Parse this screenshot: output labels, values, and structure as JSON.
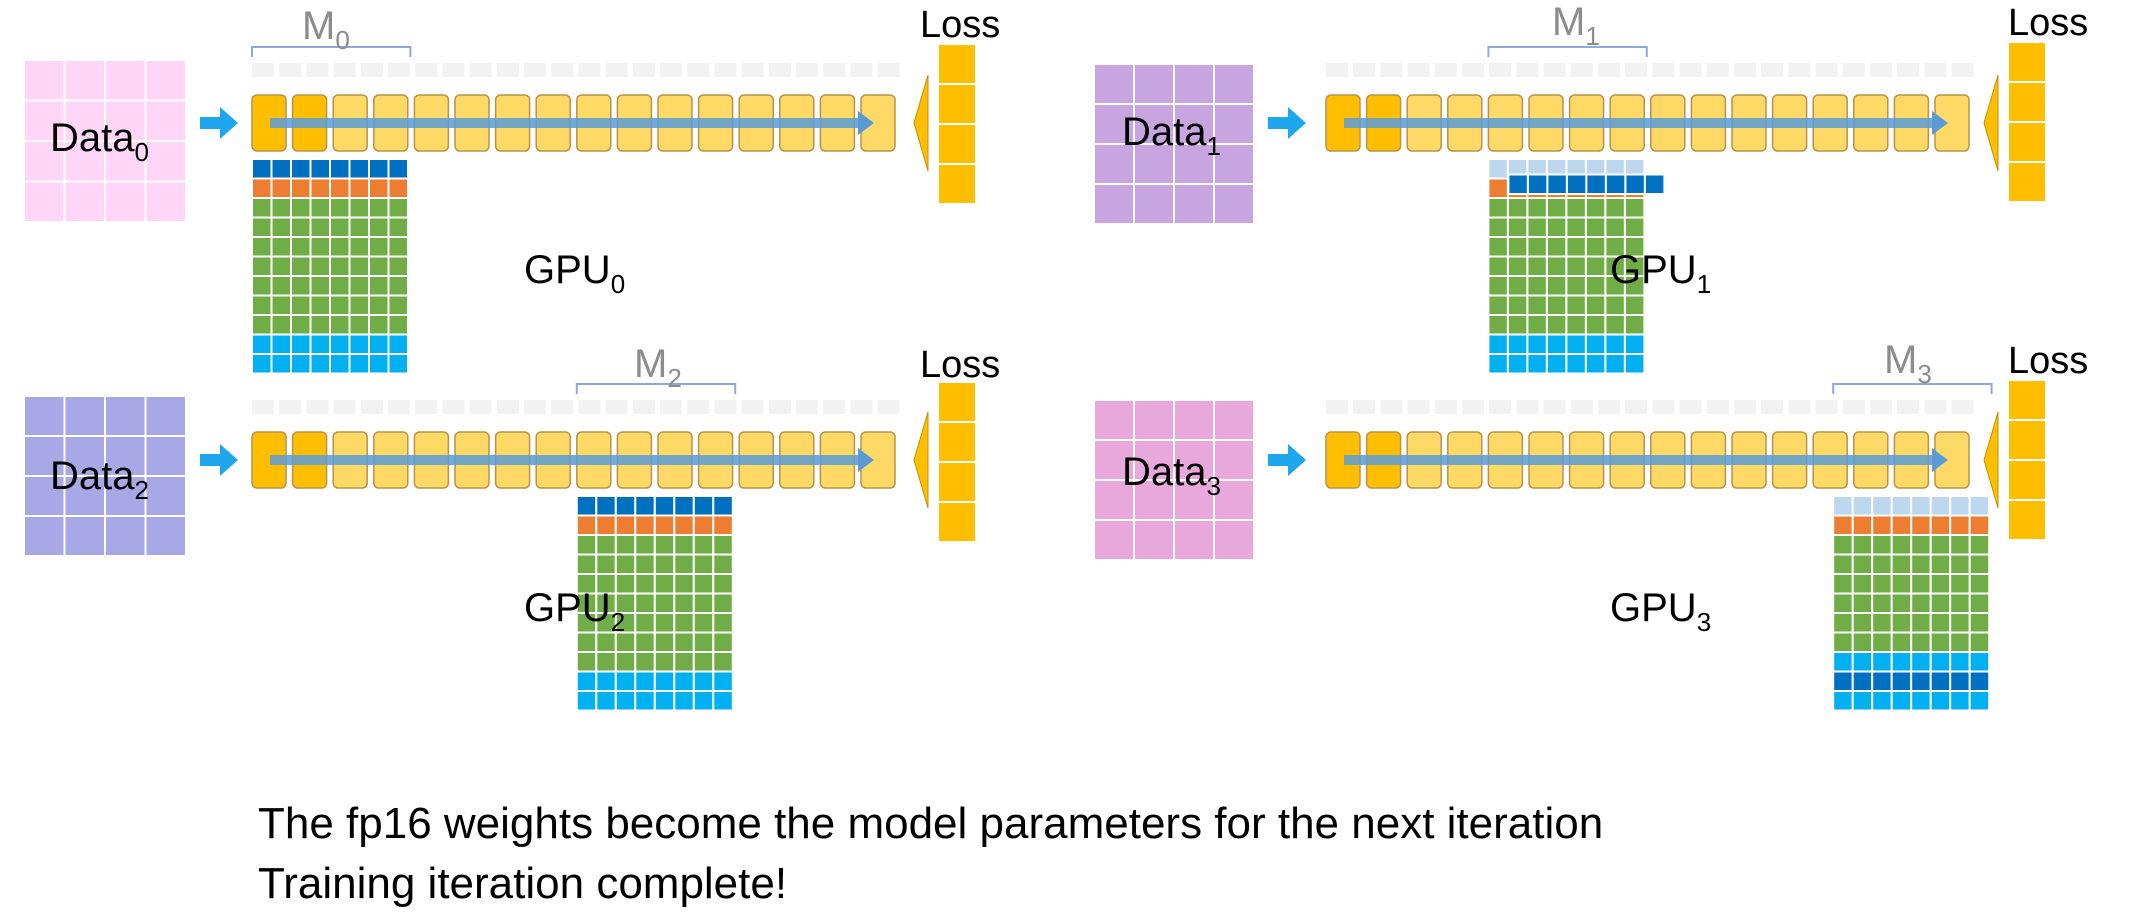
{
  "colors": {
    "data0": "#ffd6f7",
    "data1": "#c8a4e0",
    "data2": "#a8a8e6",
    "data3": "#e8a8dc",
    "layer_active": "#ffbf00",
    "layer_idle": "#ffd966",
    "layer_border": "#b8934a",
    "flow_arrow": "#5b9bd5",
    "input_arrow": "#1ea7ec",
    "fp16_row": "#0070c0",
    "grad_row": "#ed7d31",
    "optim_block": "#70ad47",
    "fp32_block": "#00b0f0",
    "light_row": "#bdd7ee",
    "bracket": "#8ea9db",
    "loss": "#ffbf00"
  },
  "panels": [
    {
      "data_label": "Data",
      "data_sub": "0",
      "gpu_label": "GPU",
      "gpu_sub": "0",
      "m_label": "M",
      "m_sub": "0",
      "loss_label": "Loss",
      "shard_index": 0
    },
    {
      "data_label": "Data",
      "data_sub": "1",
      "gpu_label": "GPU",
      "gpu_sub": "1",
      "m_label": "M",
      "m_sub": "1",
      "loss_label": "Loss",
      "shard_index": 1
    },
    {
      "data_label": "Data",
      "data_sub": "2",
      "gpu_label": "GPU",
      "gpu_sub": "2",
      "m_label": "M",
      "m_sub": "2",
      "loss_label": "Loss",
      "shard_index": 2
    },
    {
      "data_label": "Data",
      "data_sub": "3",
      "gpu_label": "GPU",
      "gpu_sub": "3",
      "m_label": "M",
      "m_sub": "3",
      "loss_label": "Loss",
      "shard_index": 3
    }
  ],
  "caption": {
    "line1": "The fp16 weights become the model parameters for the next iteration",
    "line2": "Training iteration complete!"
  }
}
